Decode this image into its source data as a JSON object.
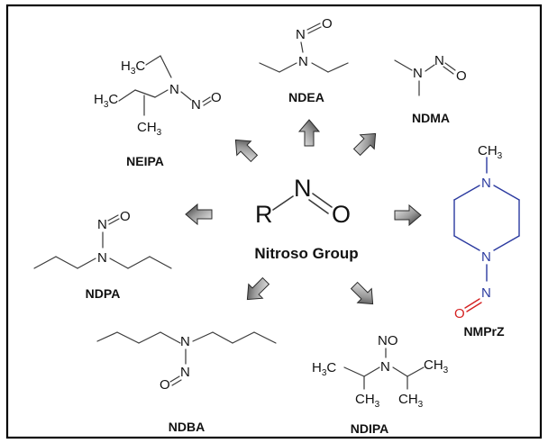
{
  "center": {
    "r": "R",
    "n": "N",
    "o": "O",
    "label": "Nitroso Group"
  },
  "compounds": {
    "ndea": {
      "label": "NDEA",
      "n1": "N",
      "n2": "N",
      "o": "O"
    },
    "ndma": {
      "label": "NDMA",
      "n1": "N",
      "n2": "N",
      "o": "O"
    },
    "neipa": {
      "label": "NEIPA",
      "h3c_top": "H",
      "h3c_mid": "H",
      "ch3": "CH",
      "n1": "N",
      "n2": "N",
      "o": "O",
      "sub3": "3",
      "c": "C"
    },
    "ndpa": {
      "label": "NDPA",
      "n1": "N",
      "n2": "N",
      "o": "O"
    },
    "nmprz": {
      "label": "NMPrZ",
      "ch": "CH",
      "sub3": "3",
      "n_top": "N",
      "n_bot": "N",
      "n_nitroso": "N",
      "o": "O"
    },
    "ndba": {
      "label": "NDBA",
      "n1": "N",
      "n2": "N",
      "o": "O"
    },
    "ndipa": {
      "label": "NDIPA",
      "no": "NO",
      "n": "N",
      "h3c": "H",
      "c": "C",
      "ch": "CH",
      "sub3": "3"
    }
  }
}
